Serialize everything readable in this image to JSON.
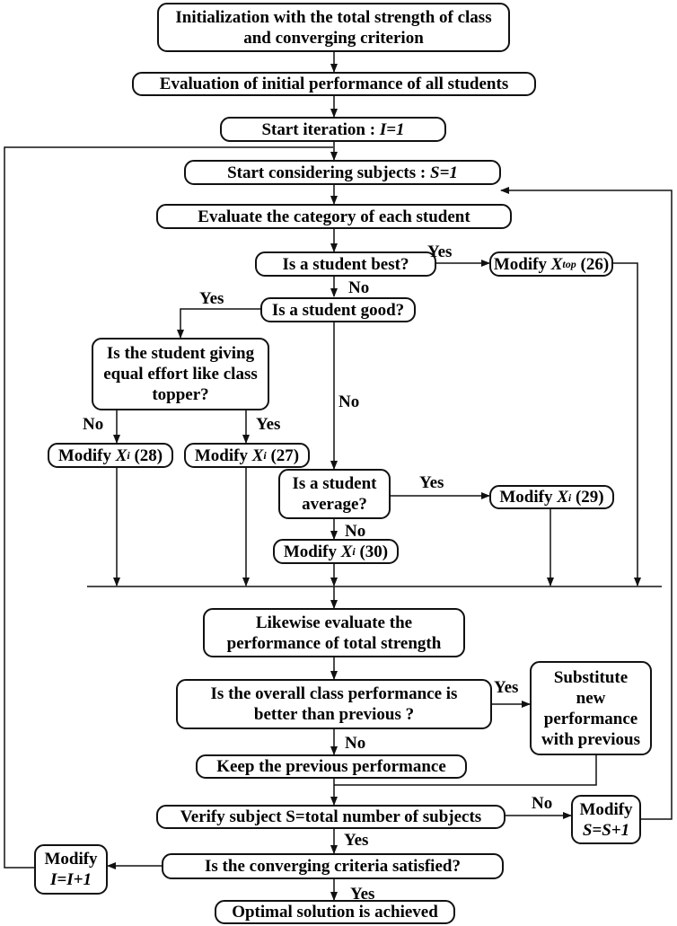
{
  "boxes": {
    "init": [
      "Initialization with the total strength of class",
      "and converging criterion"
    ],
    "eval_initial": "Evaluation of initial performance of all students",
    "start_iter": {
      "prefix": "Start iteration : ",
      "var": "I",
      "rest": "=1"
    },
    "start_subjects": {
      "prefix": "Start considering subjects : ",
      "var": "S",
      "rest": "=1"
    },
    "eval_category": "Evaluate the category of each student",
    "q_best": "Is a student best?",
    "mod_top": {
      "prefix": "Modify ",
      "var": "X",
      "sub": "top",
      "eq": " (26)"
    },
    "q_good": "Is a student good?",
    "q_effort": [
      "Is the student giving",
      "equal effort like class",
      "topper?"
    ],
    "mod_28": {
      "prefix": "Modify ",
      "var": "X",
      "sub": "i",
      "eq": " (28)"
    },
    "mod_27": {
      "prefix": "Modify ",
      "var": "X",
      "sub": "i",
      "eq": " (27)"
    },
    "q_average": [
      "Is a student",
      "average?"
    ],
    "mod_29": {
      "prefix": "Modify ",
      "var": "X",
      "sub": "i",
      "eq": " (29)"
    },
    "mod_30": {
      "prefix": "Modify ",
      "var": "X",
      "sub": "i",
      "eq": " (30)"
    },
    "likewise": [
      "Likewise evaluate the",
      "performance of total strength"
    ],
    "q_overall": [
      "Is the overall class performance is",
      "better than previous ?"
    ],
    "substitute": [
      "Substitute",
      "new",
      "performance",
      "with previous"
    ],
    "keep_prev": "Keep the previous performance",
    "verify": "Verify subject S=total number of subjects",
    "mod_s": [
      "Modify",
      "S=S+1"
    ],
    "q_converge": "Is the converging criteria satisfied?",
    "mod_i": [
      "Modify",
      "I=I+1"
    ],
    "optimal": "Optimal solution is achieved"
  },
  "labels": {
    "best_yes": "Yes",
    "best_no": "No",
    "good_yes": "Yes",
    "good_no": "No",
    "effort_no": "No",
    "effort_yes": "Yes",
    "avg_yes": "Yes",
    "avg_no": "No",
    "overall_yes": "Yes",
    "overall_no": "No",
    "verify_no": "No",
    "verify_yes": "Yes",
    "converge_yes": "Yes"
  }
}
